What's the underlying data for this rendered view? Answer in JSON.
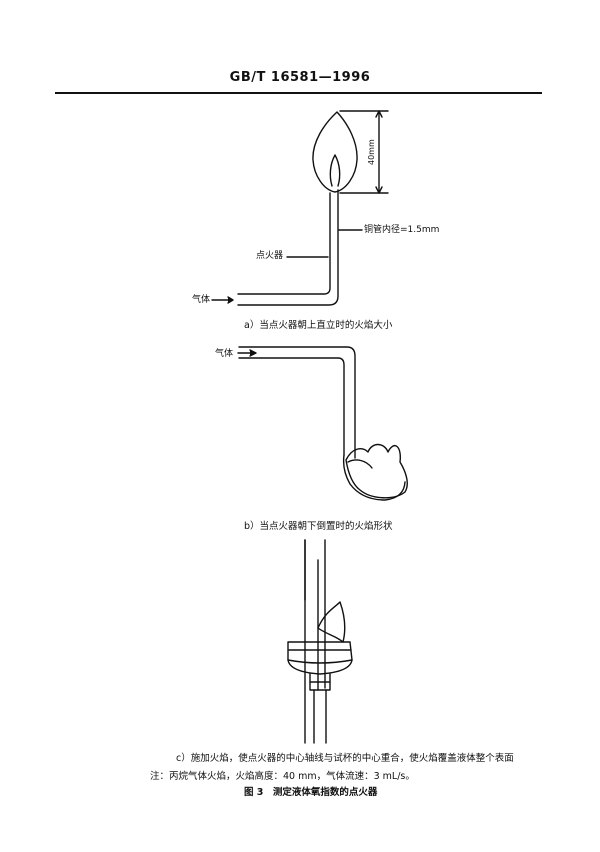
{
  "header": {
    "standard_code": "GB/T 16581—1996"
  },
  "figure_a": {
    "dimension_label": "40mm",
    "tube_label": "铜管内径=1.5mm",
    "igniter_label": "点火器",
    "gas_label": "气体",
    "caption": "a）当点火器朝上直立时的火焰大小"
  },
  "figure_b": {
    "gas_label": "气体",
    "caption": "b）当点火器朝下倒置时的火焰形状"
  },
  "figure_c": {
    "caption_line1": "c）施加火焰，使点火器的中心轴线与试杯的中心重合，使火焰覆盖液体整个表面",
    "note": "注：丙烷气体火焰，火焰高度：40 mm，气体流速：3 mL/s。",
    "title": "图 3　测定液体氧指数的点火器"
  }
}
